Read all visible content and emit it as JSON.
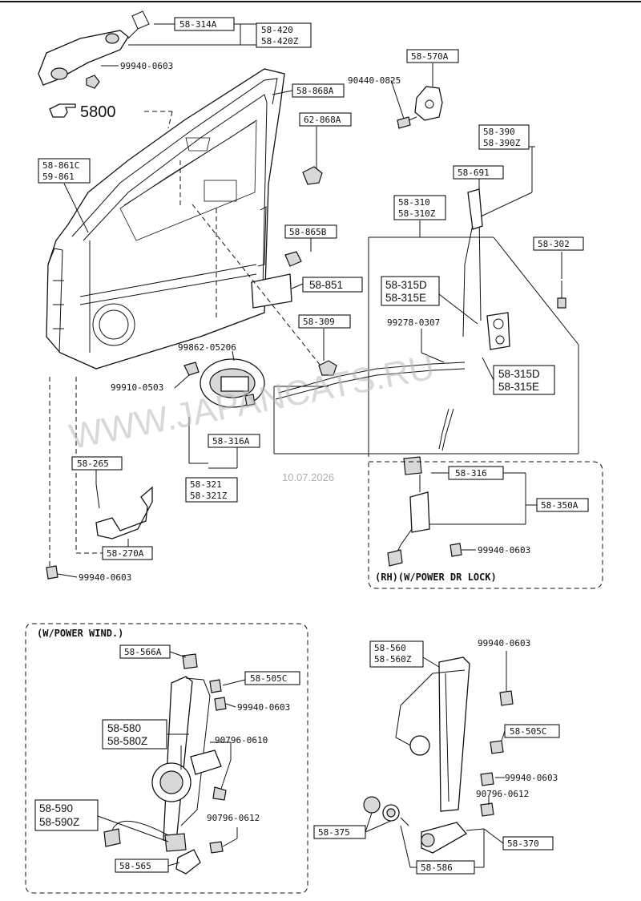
{
  "ref_5800": "5800",
  "labels": {
    "l_58_314A": "58-314A",
    "l_58_420": "58-420",
    "l_58_420Z": "58-420Z",
    "l_99940_0603_a": "99940-0603",
    "l_58_570A": "58-570A",
    "l_90440_0825": "90440-0825",
    "l_58_868A": "58-868A",
    "l_62_868A": "62-868A",
    "l_58_861C": "58-861C",
    "l_59_861": "59-861",
    "l_58_390": "58-390",
    "l_58_390Z": "58-390Z",
    "l_58_691": "58-691",
    "l_58_310": "58-310",
    "l_58_310Z": "58-310Z",
    "l_58_865B": "58-865B",
    "l_58_302": "58-302",
    "l_58_851": "58-851",
    "l_58_315D_a": "58-315D",
    "l_58_315E_a": "58-315E",
    "l_58_309": "58-309",
    "l_99278_0307": "99278-0307",
    "l_99862_05206": "99862-05206",
    "l_58_315D_b": "58-315D",
    "l_58_315E_b": "58-315E",
    "l_99910_0503": "99910-0503",
    "l_58_316A": "58-316A",
    "l_58_265": "58-265",
    "l_58_321": "58-321",
    "l_58_321Z": "58-321Z",
    "l_58_316": "58-316",
    "l_58_350A": "58-350A",
    "l_58_270A": "58-270A",
    "l_99940_0603_b": "99940-0603",
    "l_99940_0603_c": "99940-0603",
    "l_58_566A": "58-566A",
    "l_58_505C_a": "58-505C",
    "l_99940_0603_d": "99940-0603",
    "l_58_580": "58-580",
    "l_58_580Z": "58-580Z",
    "l_90796_0610": "90796-0610",
    "l_58_590": "58-590",
    "l_58_590Z": "58-590Z",
    "l_90796_0612_a": "90796-0612",
    "l_58_565": "58-565",
    "l_58_560": "58-560",
    "l_58_560Z": "58-560Z",
    "l_99940_0603_e": "99940-0603",
    "l_58_505C_b": "58-505C",
    "l_99940_0603_f": "99940-0603",
    "l_90796_0612_b": "90796-0612",
    "l_58_375": "58-375",
    "l_58_370": "58-370",
    "l_58_586": "58-586"
  },
  "sections": {
    "power_lock": "(RH)(W/POWER DR LOCK)",
    "power_window": "(W/POWER WIND.)"
  },
  "watermark": {
    "site": "WWW.JAPANCATS.RU",
    "date": "10.07.2026"
  }
}
